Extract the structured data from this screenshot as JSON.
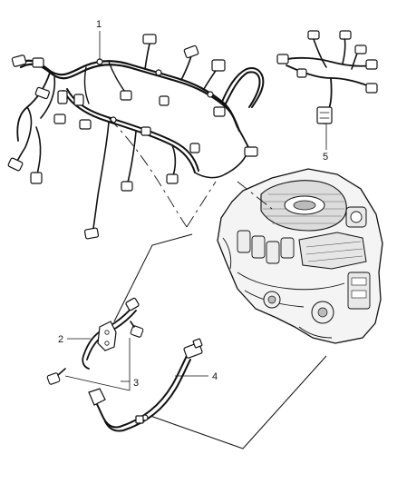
{
  "diagram": {
    "callouts": [
      {
        "id": "1",
        "label": "1"
      },
      {
        "id": "2",
        "label": "2"
      },
      {
        "id": "3",
        "label": "3"
      },
      {
        "id": "4",
        "label": "4"
      },
      {
        "id": "5",
        "label": "5"
      }
    ],
    "parts": [
      {
        "name": "main-wiring-harness",
        "callout": "1"
      },
      {
        "name": "wiring-bracket-harness",
        "callout": "2"
      },
      {
        "name": "bolts",
        "callout": "3"
      },
      {
        "name": "sensor-jumper-harness",
        "callout": "4"
      },
      {
        "name": "injector-harness",
        "callout": "5"
      },
      {
        "name": "engine-assembly"
      }
    ]
  }
}
